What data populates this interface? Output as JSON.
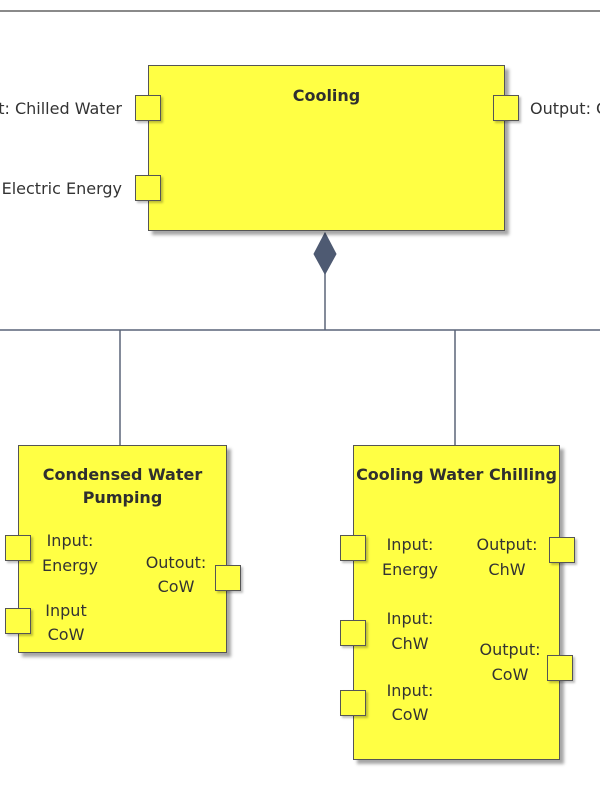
{
  "cooling": {
    "title": "Cooling",
    "port_in_chilled": "t: Chilled Water",
    "port_in_electric": "Electric Energy",
    "port_out": "Output: C"
  },
  "condensed": {
    "title": "Condensed Water Pumping",
    "in_energy_a": "Input:",
    "in_energy_b": "Energy",
    "in_cow_a": "Input",
    "in_cow_b": "CoW",
    "out_cow_a": "Outout:",
    "out_cow_b": "CoW"
  },
  "chilling": {
    "title": "Cooling Water Chilling",
    "in_energy_a": "Input:",
    "in_energy_b": "Energy",
    "in_chw_a": "Input:",
    "in_chw_b": "ChW",
    "in_cow_a": "Input:",
    "in_cow_b": "CoW",
    "out_chw_a": "Output:",
    "out_chw_b": "ChW",
    "out_cow_a": "Output:",
    "out_cow_b": "CoW"
  },
  "colors": {
    "block_fill": "#ffff44",
    "line": "#5a6478",
    "diamond": "#4e5a72"
  }
}
